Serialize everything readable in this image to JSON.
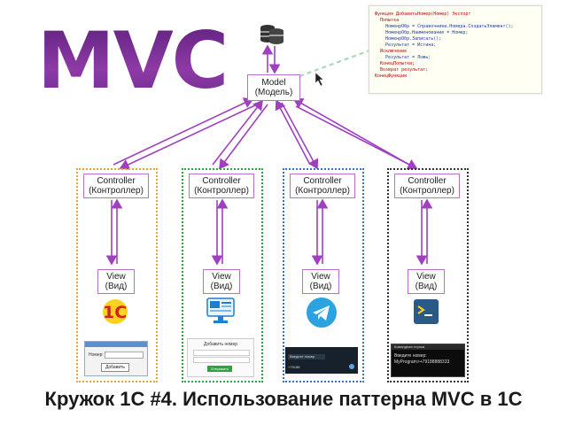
{
  "title": "MVC",
  "caption": "Кружок 1С #4. Использование паттерна MVC в 1С",
  "model": {
    "line1": "Model",
    "line2": "(Модель)"
  },
  "controllers": [
    {
      "line1": "Controller",
      "line2": "(Контроллер)"
    },
    {
      "line1": "Controller",
      "line2": "(Контроллер)"
    },
    {
      "line1": "Controller",
      "line2": "(Контроллер)"
    },
    {
      "line1": "Controller",
      "line2": "(Контроллер)"
    }
  ],
  "views": [
    {
      "line1": "View",
      "line2": "(Вид)"
    },
    {
      "line1": "View",
      "line2": "(Вид)"
    },
    {
      "line1": "View",
      "line2": "(Вид)"
    },
    {
      "line1": "View",
      "line2": "(Вид)"
    }
  ],
  "frame_colors": [
    "#f0a030",
    "#2ea43a",
    "#2f74d0",
    "#333333"
  ],
  "accent": "#a040c0",
  "icons": [
    "1c-logo-icon",
    "web-form-icon",
    "telegram-icon",
    "console-icon"
  ],
  "code": [
    "Функция ДобавитьНомер(Номер) Экспорт",
    "",
    "  Попытка",
    "    НоменрОбр = Справочники.Номера.СоздатьЭлемент();",
    "    НоменрОбр.Наименование = Номер;",
    "    НоменрОбр.Записать();",
    "    Результат = Истина;",
    "  Исключение",
    "    Результат = Ложь;",
    "  КонецПопытки;",
    "",
    "  Возврат результат;",
    "",
    "КонецФункции"
  ],
  "screen_1c": {
    "field_label": "Номер:",
    "button": "Добавить"
  },
  "screen_web": {
    "title": "Добавить номер",
    "button": "Отправить"
  },
  "screen_tg": {
    "placeholder": "Введите номер",
    "message": "+79188"
  },
  "screen_console": {
    "line1": "Командная строка",
    "line2": "Введите номер:",
    "line3": "MyProgram>+79188888333"
  }
}
